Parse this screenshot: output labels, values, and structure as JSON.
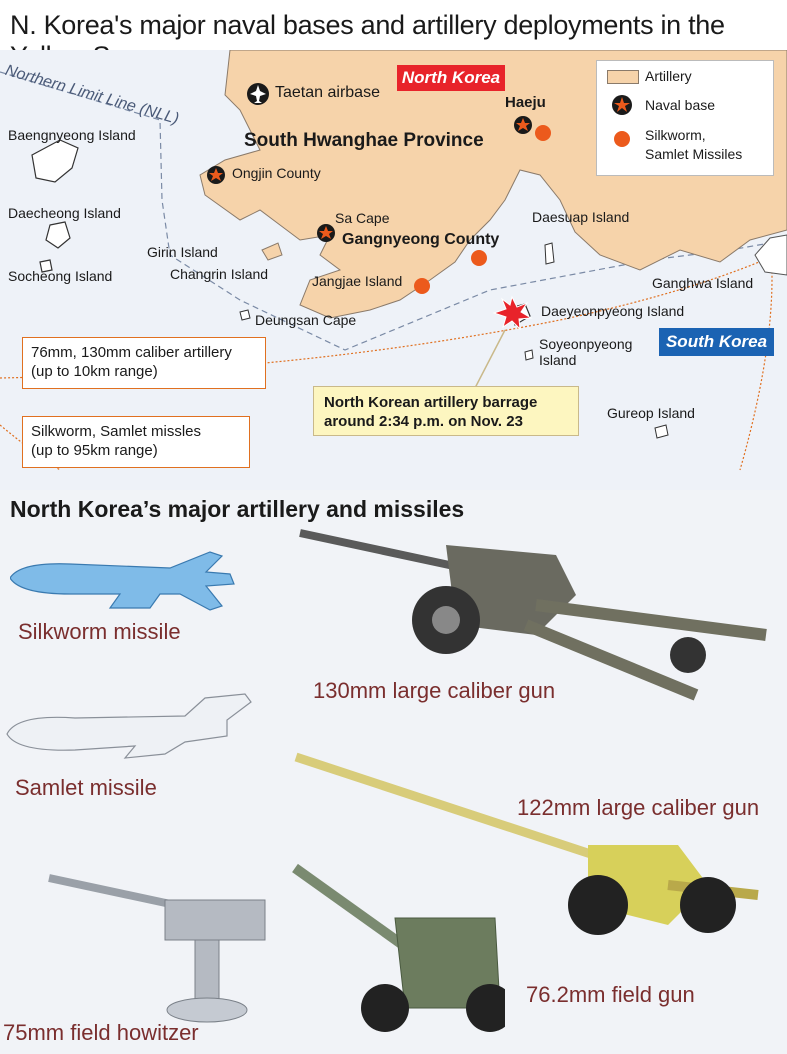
{
  "title": "N. Korea's major naval bases and artillery deployments in the Yellow Sea",
  "map": {
    "nll_label": "Northern Limit Line (NLL)",
    "north_korea": "North Korea",
    "south_korea": "South Korea",
    "province": "South Hwanghae Province",
    "airbase": "Taetan airbase",
    "places": {
      "haeju": "Haeju",
      "ongjin": "Ongjin County",
      "sa_cape": "Sa Cape",
      "gangnyeong": "Gangnyeong County",
      "jangjae": "Jangjae Island",
      "girin": "Girin Island",
      "changrin": "Changrin Island",
      "deungsan": "Deungsan Cape",
      "baengnyeong": "Baengnyeong Island",
      "daecheong": "Daecheong Island",
      "socheong": "Socheong Island",
      "daesuap": "Daesuap Island",
      "ganghwa": "Ganghwa Island",
      "daeyeonpyeong": "Daeyeonpyeong Island",
      "soyeonpyeong_1": "Soyeonpyeong",
      "soyeonpyeong_2": "Island",
      "gureop": "Gureop Island"
    },
    "legend": {
      "artillery": "Artillery",
      "naval_base": "Naval base",
      "missiles_1": "Silkworm,",
      "missiles_2": "Samlet Missiles"
    },
    "range_artillery_1": "76mm, 130mm caliber artillery",
    "range_artillery_2": "(up to 10km range)",
    "range_missiles_1": "Silkworm, Samlet missles",
    "range_missiles_2": "(up to 95km range)",
    "barrage_1": "North Korean artillery barrage",
    "barrage_2": "around 2:34 p.m. on Nov. 23",
    "colors": {
      "land": "#f6d3aa",
      "land_stroke": "#8a7a6a",
      "sea": "#eef2f8",
      "nk_red": "#e8232a",
      "sk_blue": "#1b63b3",
      "missile_dot": "#ec5a1c",
      "range_line": "#e07020"
    }
  },
  "weapons": {
    "section_title": "North Korea’s major artillery and missiles",
    "silkworm": "Silkworm missile",
    "gun_130": "130mm large caliber gun",
    "samlet": "Samlet missile",
    "gun_122": "122mm large caliber gun",
    "gun_76": "76.2mm field gun",
    "howitzer_75": "75mm field howitzer"
  }
}
